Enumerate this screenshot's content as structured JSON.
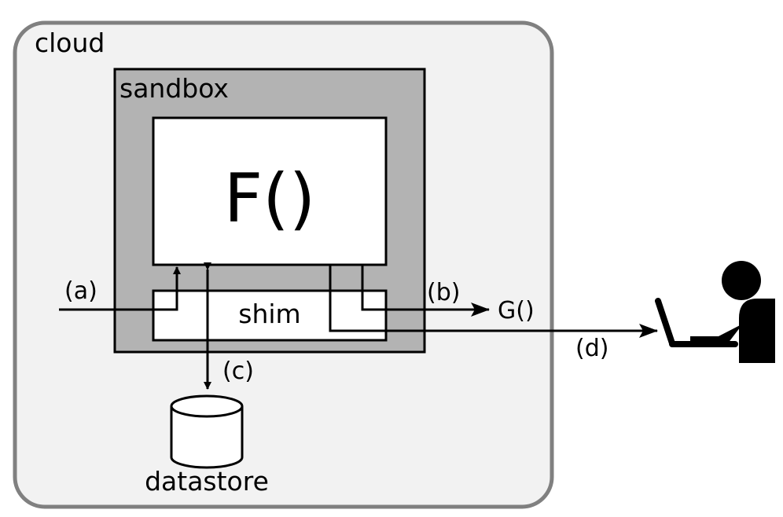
{
  "labels": {
    "cloud": "cloud",
    "sandbox": "sandbox",
    "function": "F()",
    "shim": "shim",
    "external_function": "G()",
    "datastore": "datastore",
    "arrow_a": "(a)",
    "arrow_b": "(b)",
    "arrow_c": "(c)",
    "arrow_d": "(d)"
  },
  "icons": {
    "user": "user-at-laptop-icon",
    "datastore": "database-cylinder-icon"
  },
  "colors": {
    "cloud_fill": "#f2f2f2",
    "cloud_border": "#808080",
    "sandbox_fill": "#b3b3b3",
    "box_fill": "#ffffff",
    "stroke": "#000000"
  }
}
